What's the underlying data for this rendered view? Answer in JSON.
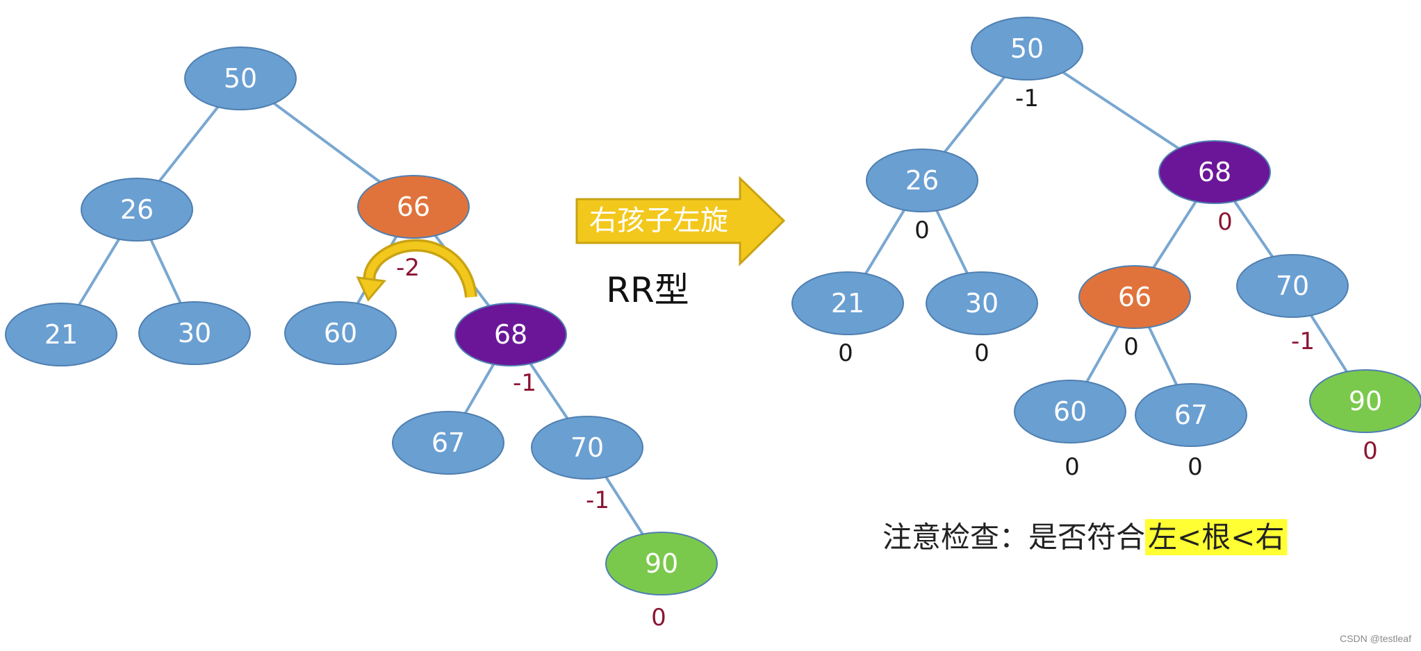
{
  "colors": {
    "blue": "#6a9fd2",
    "orange": "#e0733b",
    "purple": "#6b1699",
    "green": "#7bc94c",
    "edge": "#79a7d1",
    "arrow_fill": "#f2c81c",
    "highlight": "#ffff33",
    "balance_red": "#8b1533",
    "balance_dark": "#1a1a1a"
  },
  "before_tree": {
    "nodes": [
      {
        "id": "b50",
        "label": "50",
        "color": "blue"
      },
      {
        "id": "b26",
        "label": "26",
        "color": "blue"
      },
      {
        "id": "b66",
        "label": "66",
        "color": "orange"
      },
      {
        "id": "b21",
        "label": "21",
        "color": "blue"
      },
      {
        "id": "b30",
        "label": "30",
        "color": "blue"
      },
      {
        "id": "b60",
        "label": "60",
        "color": "blue"
      },
      {
        "id": "b68",
        "label": "68",
        "color": "purple"
      },
      {
        "id": "b67",
        "label": "67",
        "color": "blue"
      },
      {
        "id": "b70",
        "label": "70",
        "color": "blue"
      },
      {
        "id": "b90",
        "label": "90",
        "color": "green"
      }
    ],
    "edges": [
      [
        "b50",
        "b26"
      ],
      [
        "b50",
        "b66"
      ],
      [
        "b26",
        "b21"
      ],
      [
        "b26",
        "b30"
      ],
      [
        "b66",
        "b60"
      ],
      [
        "b66",
        "b68"
      ],
      [
        "b68",
        "b67"
      ],
      [
        "b68",
        "b70"
      ],
      [
        "b70",
        "b90"
      ]
    ],
    "balances": [
      {
        "node": "b66",
        "value": "-2",
        "tone": "red"
      },
      {
        "node": "b68",
        "value": "-1",
        "tone": "red"
      },
      {
        "node": "b70",
        "value": "-1",
        "tone": "red"
      },
      {
        "node": "b90",
        "value": "0",
        "tone": "red"
      }
    ]
  },
  "after_tree": {
    "nodes": [
      {
        "id": "a50",
        "label": "50",
        "color": "blue"
      },
      {
        "id": "a26",
        "label": "26",
        "color": "blue"
      },
      {
        "id": "a68",
        "label": "68",
        "color": "purple"
      },
      {
        "id": "a21",
        "label": "21",
        "color": "blue"
      },
      {
        "id": "a30",
        "label": "30",
        "color": "blue"
      },
      {
        "id": "a66",
        "label": "66",
        "color": "orange"
      },
      {
        "id": "a70",
        "label": "70",
        "color": "blue"
      },
      {
        "id": "a60",
        "label": "60",
        "color": "blue"
      },
      {
        "id": "a67",
        "label": "67",
        "color": "blue"
      },
      {
        "id": "a90",
        "label": "90",
        "color": "green"
      }
    ],
    "edges": [
      [
        "a50",
        "a26"
      ],
      [
        "a50",
        "a68"
      ],
      [
        "a26",
        "a21"
      ],
      [
        "a26",
        "a30"
      ],
      [
        "a68",
        "a66"
      ],
      [
        "a68",
        "a70"
      ],
      [
        "a66",
        "a60"
      ],
      [
        "a66",
        "a67"
      ],
      [
        "a70",
        "a90"
      ]
    ],
    "balances": [
      {
        "node": "a50",
        "value": "-1",
        "tone": "dark"
      },
      {
        "node": "a26",
        "value": "0",
        "tone": "dark"
      },
      {
        "node": "a68",
        "value": "0",
        "tone": "red"
      },
      {
        "node": "a21",
        "value": "0",
        "tone": "dark"
      },
      {
        "node": "a30",
        "value": "0",
        "tone": "dark"
      },
      {
        "node": "a66",
        "value": "0",
        "tone": "dark"
      },
      {
        "node": "a70",
        "value": "-1",
        "tone": "red"
      },
      {
        "node": "a60",
        "value": "0",
        "tone": "dark"
      },
      {
        "node": "a67",
        "value": "0",
        "tone": "dark"
      },
      {
        "node": "a90",
        "value": "0",
        "tone": "red"
      }
    ]
  },
  "transform_arrow": {
    "label": "右孩子左旋"
  },
  "rotation_type": "RR型",
  "note": {
    "prefix": "注意检查：是否符合 ",
    "highlight": "左<根<右"
  },
  "watermark": "CSDN @testleaf"
}
